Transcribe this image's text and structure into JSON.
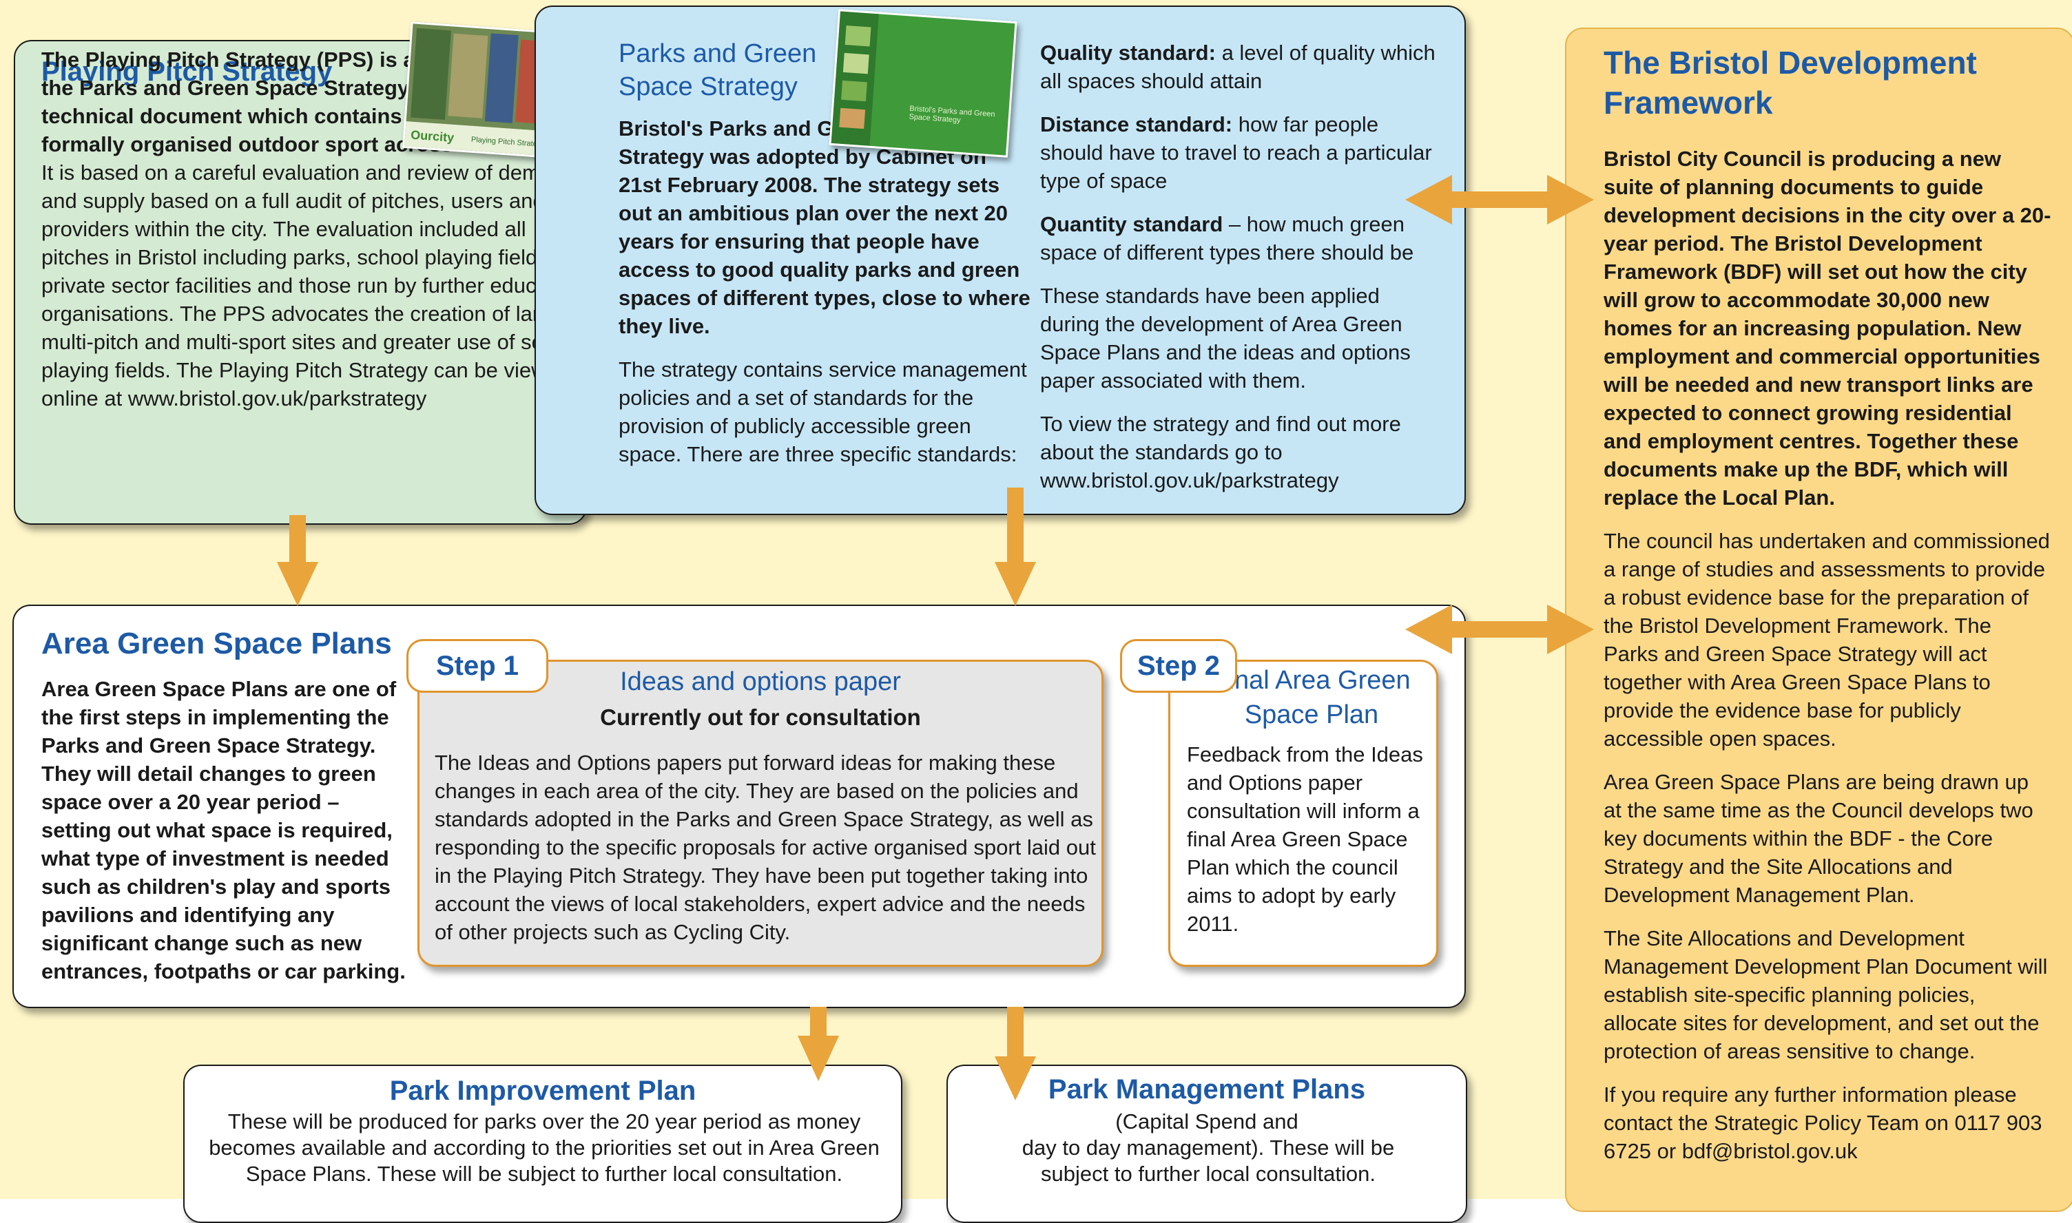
{
  "pps": {
    "title": "Playing Pitch Strategy",
    "bold": "The Playing Pitch Strategy (PPS) is a sub-strategy of the Parks and Green Space Strategy and is the technical document which contains proposals for formally organised outdoor sport across Bristol.",
    "body": "It is based on a careful evaluation and review of demand and supply based on a full audit of pitches, users and providers within the city.  The evaluation included all pitches in Bristol including parks, school playing fields, private sector facilities and those run by further education organisations.  The PPS advocates the creation of larger multi-pitch and multi-sport sites and greater use of school playing fields. The Playing Pitch Strategy can be viewed online at www.bristol.gov.uk/parkstrategy"
  },
  "pgss": {
    "title": "Parks and Green Space Strategy",
    "bold": "Bristol's Parks and Green Space Strategy was adopted by Cabinet on 21st February 2008. The strategy sets out an ambitious plan over the next 20 years for ensuring that people have access to good quality parks and green spaces of different types, close to where they live.",
    "body": "The strategy contains service management policies and a set of standards for the provision of publicly accessible green space.  There are three specific standards:",
    "quality_label": "Quality standard:",
    "quality_text": "a level of quality  which all spaces should attain",
    "distance_label": "Distance standard:",
    "distance_text": "how far people should have to travel to reach a particular type of space",
    "quantity_label": "Quantity standard",
    "quantity_text": "– how much green space of different types there should be",
    "applied": "These standards have been applied during the development of Area Green Space Plans and the ideas and options paper associated with them.",
    "view": "To view the strategy and find out more about the standards go to www.bristol.gov.uk/parkstrategy"
  },
  "bdf": {
    "title": "The Bristol Development Framework",
    "bold": "Bristol City Council is producing a new suite of planning documents to guide development decisions in the city over a 20-year period. The Bristol Development Framework (BDF) will set out how the city will grow to accommodate 30,000 new homes for an increasing population. New employment and commercial opportunities will be needed and new transport links are expected to connect growing residential and employment centres. Together these documents make up the BDF, which will replace the Local Plan.",
    "p1": "The council has undertaken and commissioned a range of studies and assessments to provide a robust evidence base for the preparation of the Bristol Development Framework.  The Parks and Green Space Strategy will act together with Area Green Space Plans to provide the evidence base for publicly accessible open spaces.",
    "p2": "Area Green Space Plans are being  drawn up at the same time as the Council develops two key documents within the BDF - the Core Strategy and the Site Allocations and Development Management Plan.",
    "p3": "The Site Allocations and Development Management Development Plan Document will establish site-specific planning policies, allocate sites for development, and set out the protection of areas sensitive to change.",
    "p4": "If you require any further information please contact the Strategic Policy Team on 0117 903 6725 or bdf@bristol.gov.uk"
  },
  "agsp": {
    "title": "Area Green Space Plans",
    "bold": "Area Green Space Plans are one of the first steps in implementing the Parks and Green Space Strategy. They will detail changes to green space over a 20 year period – setting out what space is required, what type of investment is needed such as children's play and sports pavilions and identifying any significant change such as new entrances, footpaths or car parking."
  },
  "step1": {
    "tag": "Step 1",
    "title": "Ideas and options paper",
    "subtitle": "Currently out for consultation",
    "body": "The Ideas and Options papers put forward ideas for making these changes in each area of the city.  They are based on the policies and standards adopted in the Parks and Green Space Strategy, as well as responding to the specific proposals for active organised sport laid out in the Playing Pitch Strategy.  They have been put together taking into account the views of local stakeholders, expert advice and the needs of other projects such as Cycling City."
  },
  "step2": {
    "tag": "Step 2",
    "title": "Final Area Green Space Plan",
    "body": "Feedback from the Ideas and Options paper consultation will inform a final Area Green Space Plan which the council aims to adopt by early 2011."
  },
  "pip": {
    "title": "Park Improvement Plan",
    "body": "These will be produced for parks over the 20 year period as money becomes available and according to the priorities set out in Area Green Space Plans. These will be subject to further local consultation."
  },
  "pmp": {
    "title": "Park Management Plans",
    "body1": "(Capital Spend and",
    "body2": "day to day management). These will be subject to further local consultation."
  },
  "thumbs": {
    "pps_logo": "Ourcity",
    "pps_caption": "Playing Pitch Strategy",
    "pgss_caption": "Bristol's Parks and Green Space Strategy"
  },
  "colors": {
    "pps_bg": "#d4ead2",
    "pgss_bg": "#c6e6f6",
    "bdf_bg": "#fbd989",
    "bg": "#fef6c8",
    "arrow": "#e9a43c",
    "title": "#1d5aa6",
    "step_border": "#e0952c",
    "step1_bg": "#e6e6e6"
  }
}
